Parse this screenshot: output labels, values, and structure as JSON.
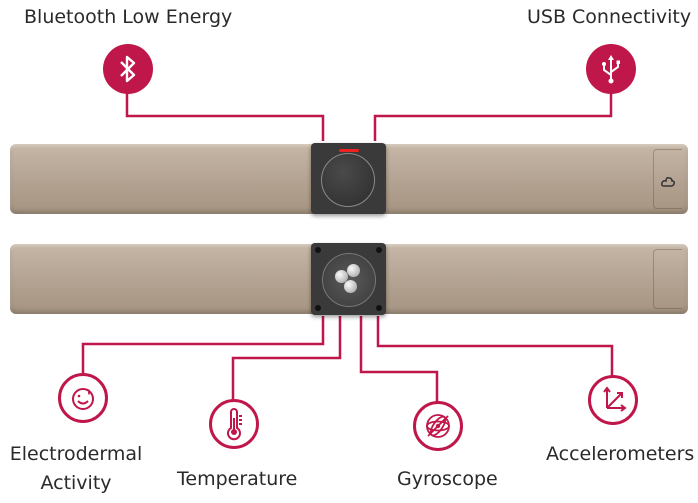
{
  "colors": {
    "accent": "#c0174a",
    "strap": "#b3a291",
    "module": "#3a3a3a"
  },
  "labels": {
    "bluetooth": "Bluetooth Low Energy",
    "usb": "USB Connectivity",
    "eda_line1": "Electrodermal",
    "eda_line2": "Activity",
    "temperature": "Temperature",
    "gyroscope": "Gyroscope",
    "accelerometers": "Accelerometers"
  },
  "icons": {
    "bluetooth": "bluetooth-icon",
    "usb": "usb-icon",
    "eda": "skin-droplet-icon",
    "temperature": "thermometer-icon",
    "gyroscope": "gyroscope-icon",
    "accelerometers": "axes-icon"
  }
}
